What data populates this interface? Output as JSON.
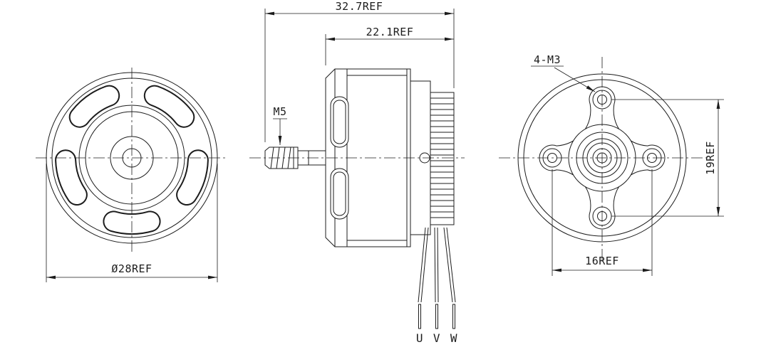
{
  "page": {
    "background": "#ffffff",
    "line_color": "#1c1c1c"
  },
  "views": {
    "front": {
      "diameter_dim": "Ø28REF"
    },
    "side": {
      "overall_length_dim": "32.7REF",
      "body_length_dim": "22.1REF",
      "shaft_thread": "M5",
      "wires": [
        "U",
        "V",
        "W"
      ]
    },
    "back": {
      "mount_holes": "4-M3",
      "vertical_spacing_dim": "19REF",
      "horizontal_spacing_dim": "16REF"
    }
  }
}
